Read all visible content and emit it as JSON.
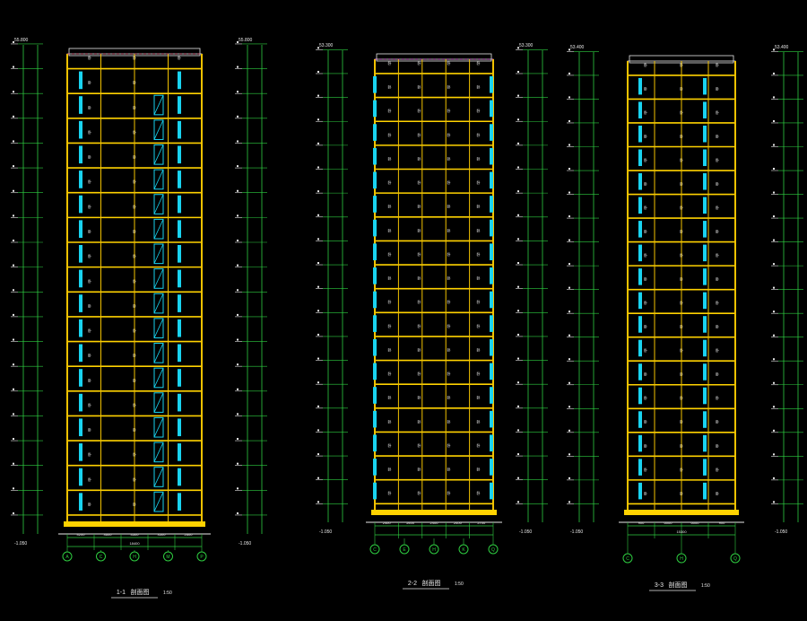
{
  "colors": {
    "background": "#000000",
    "wall": "#f2c200",
    "floor_slab": "#ffd200",
    "window": "#19d3f0",
    "dimension": "#2ecc40",
    "linework": "#e8e8e8",
    "axis": "#2ecc40",
    "accent": "#ff3060",
    "magenta": "#ff40ff"
  },
  "sections": [
    {
      "id": "1-1",
      "title_number": "1-1",
      "title_text": "剖面图",
      "scale": "1:50",
      "top_elevation": "55.800",
      "bottom_elevation": "-1.050",
      "floors": 18,
      "axes": [
        "A",
        "C",
        "H",
        "M",
        "P"
      ],
      "total_dim": "18400",
      "sub_dims": [
        "4200",
        "3600",
        "4500",
        "3500",
        "2600"
      ]
    },
    {
      "id": "2-2",
      "title_number": "2-2",
      "title_text": "剖面图",
      "scale": "1:50",
      "top_elevation": "53.300",
      "bottom_elevation": "-1.050",
      "floors": 18,
      "axes": [
        "C",
        "E",
        "H",
        "K",
        "Q"
      ],
      "total_dim": "",
      "sub_dims": [
        "2400",
        "5400",
        "2400",
        "2400",
        "2700"
      ]
    },
    {
      "id": "3-3",
      "title_number": "3-3",
      "title_text": "剖面图",
      "scale": "1:50",
      "top_elevation": "53.400",
      "bottom_elevation": "-1.050",
      "floors": 18,
      "axes": [
        "C",
        "H",
        "Q"
      ],
      "total_dim": "15300",
      "sub_dims": [
        "900",
        "6000",
        "6000",
        "900"
      ]
    }
  ]
}
